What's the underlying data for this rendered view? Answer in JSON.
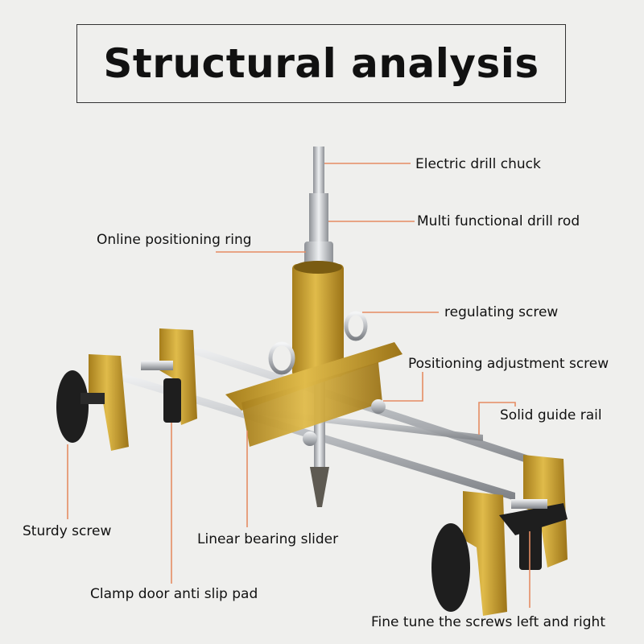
{
  "title": "Structural analysis",
  "colors": {
    "leader_line": "#e58c63",
    "gold": "#c9a22e",
    "steel": "#c8cbcf",
    "knob": "#1e1e1e"
  },
  "labels": {
    "electric_drill_chuck": "Electric drill chuck",
    "multi_functional_drill_rod": "Multi functional drill rod",
    "online_positioning_ring": "Online positioning ring",
    "regulating_screw": "regulating screw",
    "positioning_adjustment_screw": "Positioning adjustment screw",
    "solid_guide_rail": "Solid guide rail",
    "sturdy_screw": "Sturdy screw",
    "linear_bearing_slider": "Linear bearing slider",
    "clamp_door_anti_slip_pad": "Clamp door anti slip pad",
    "fine_tune_screws": "Fine tune the screws left and right"
  }
}
